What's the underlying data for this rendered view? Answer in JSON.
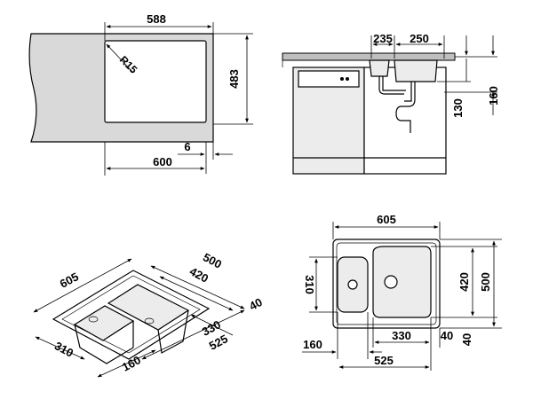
{
  "views": {
    "cutout": {
      "dim_width": "588",
      "dim_height": "483",
      "dim_radius": "R15",
      "dim_offset": "6",
      "dim_cabinet": "600"
    },
    "side": {
      "dim_left_bowl": "235",
      "dim_right_bowl": "250",
      "dim_depth_small": "130",
      "dim_depth_large": "160"
    },
    "iso": {
      "dim_length": "605",
      "dim_overall": "500",
      "dim_inner_large": "420",
      "dim_margin": "40",
      "dim_main_bowl": "330",
      "dim_span": "525",
      "dim_small_bowl": "310",
      "dim_small_width": "160"
    },
    "top": {
      "dim_overall_width": "605",
      "dim_small_bowl_height": "310",
      "dim_inner_height": "420",
      "dim_overall_height": "500",
      "dim_main_bowl_width": "330",
      "dim_margin_right": "40",
      "dim_margin_bottom": "40",
      "dim_small_bowl_width": "160",
      "dim_span": "525"
    }
  }
}
